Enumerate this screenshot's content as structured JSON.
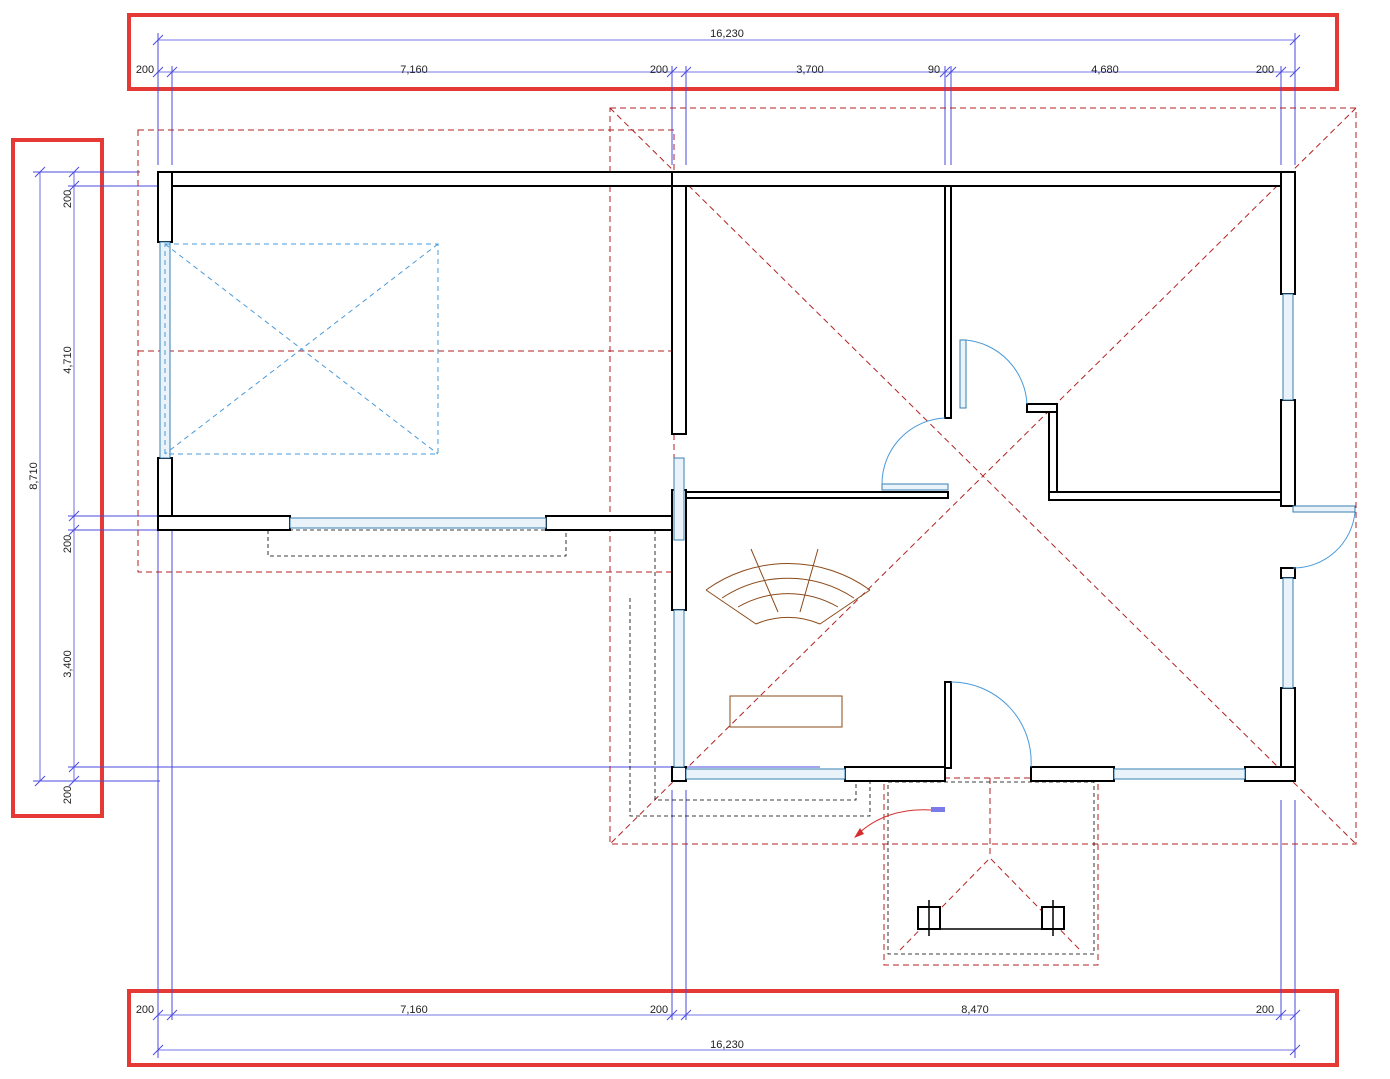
{
  "dimensions": {
    "top_total": "16,230",
    "top_segments": [
      "200",
      "7,160",
      "200",
      "3,700",
      "90",
      "4,680",
      "200"
    ],
    "bottom_total": "16,230",
    "bottom_segments": [
      "200",
      "7,160",
      "200",
      "8,470",
      "200"
    ],
    "left_total": "8,710",
    "left_segments": [
      "200",
      "4,710",
      "200",
      "3,400",
      "200"
    ]
  },
  "colors": {
    "dimension": "#4a4adf",
    "roof_outline": "#b22222",
    "skylight": "#4a9ad9",
    "furniture": "#8b4a1a",
    "highlight": "#e53935"
  }
}
